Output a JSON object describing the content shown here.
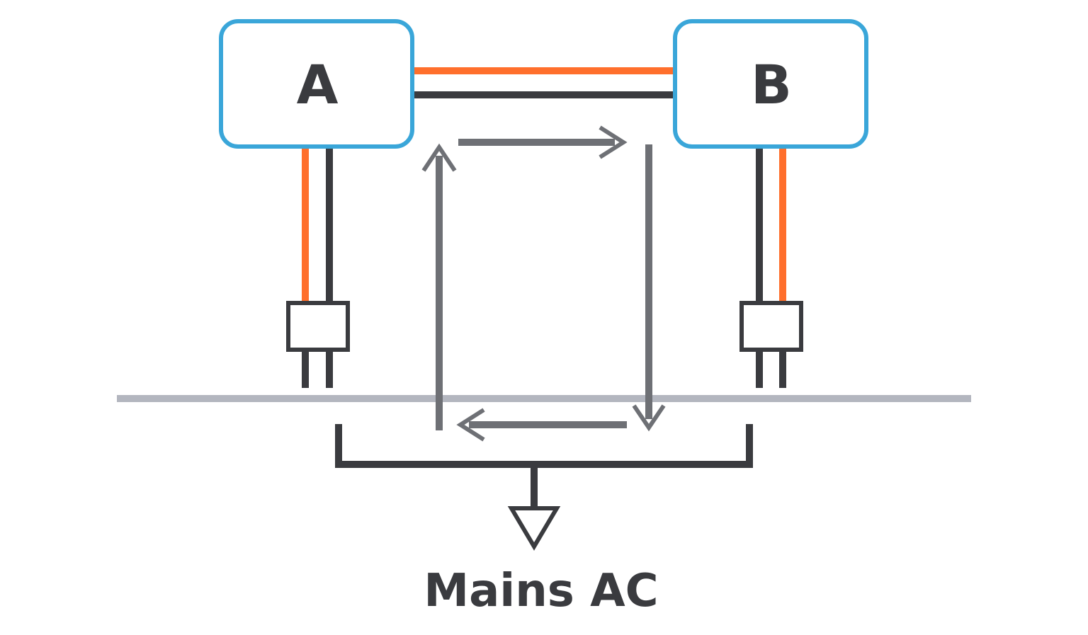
{
  "devices": {
    "a": {
      "label": "A"
    },
    "b": {
      "label": "B"
    }
  },
  "ground": {
    "label": "Mains AC"
  },
  "colors": {
    "box_border": "#3aa6d9",
    "live_wire": "#ff6f2c",
    "dark_wire": "#3a3b3f",
    "flow_arrow": "#6e7075",
    "mains_line": "#b3b6bf",
    "background": "#ffffff"
  },
  "icons": {
    "left_plug": "plug-icon",
    "right_plug": "plug-icon",
    "ground_symbol": "ground-triangle-icon",
    "loop_arrows": "clockwise-loop-arrows"
  }
}
